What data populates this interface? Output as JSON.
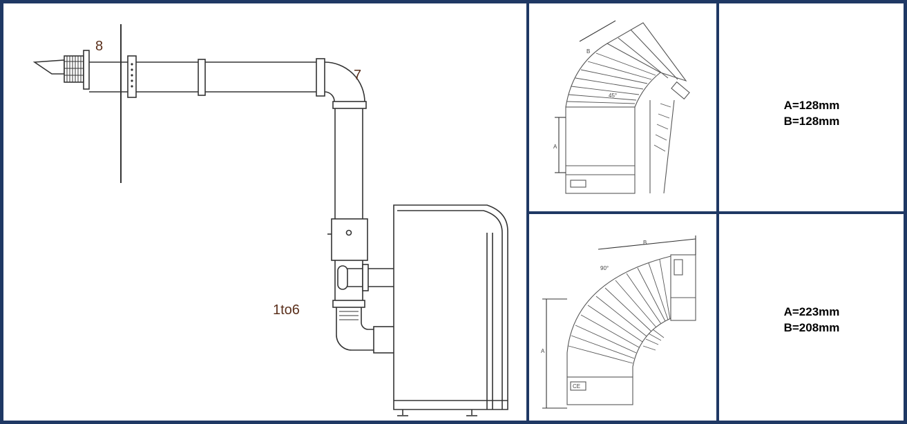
{
  "diagram": {
    "labels": {
      "terminal": "8",
      "elbow": "7",
      "section": "1to6"
    },
    "rows": [
      {
        "dim_a": "A=128mm",
        "dim_b": "B=128mm",
        "label_a": "A",
        "label_b": "B",
        "angle_note": "45°"
      },
      {
        "dim_a": "A=223mm",
        "dim_b": "B=208mm",
        "label_a": "A",
        "label_b": "B",
        "angle_note": "90°",
        "mark": "CE"
      }
    ]
  },
  "colors": {
    "border": "#1f3864",
    "line": "#333333",
    "label": "#5a2f1b"
  }
}
